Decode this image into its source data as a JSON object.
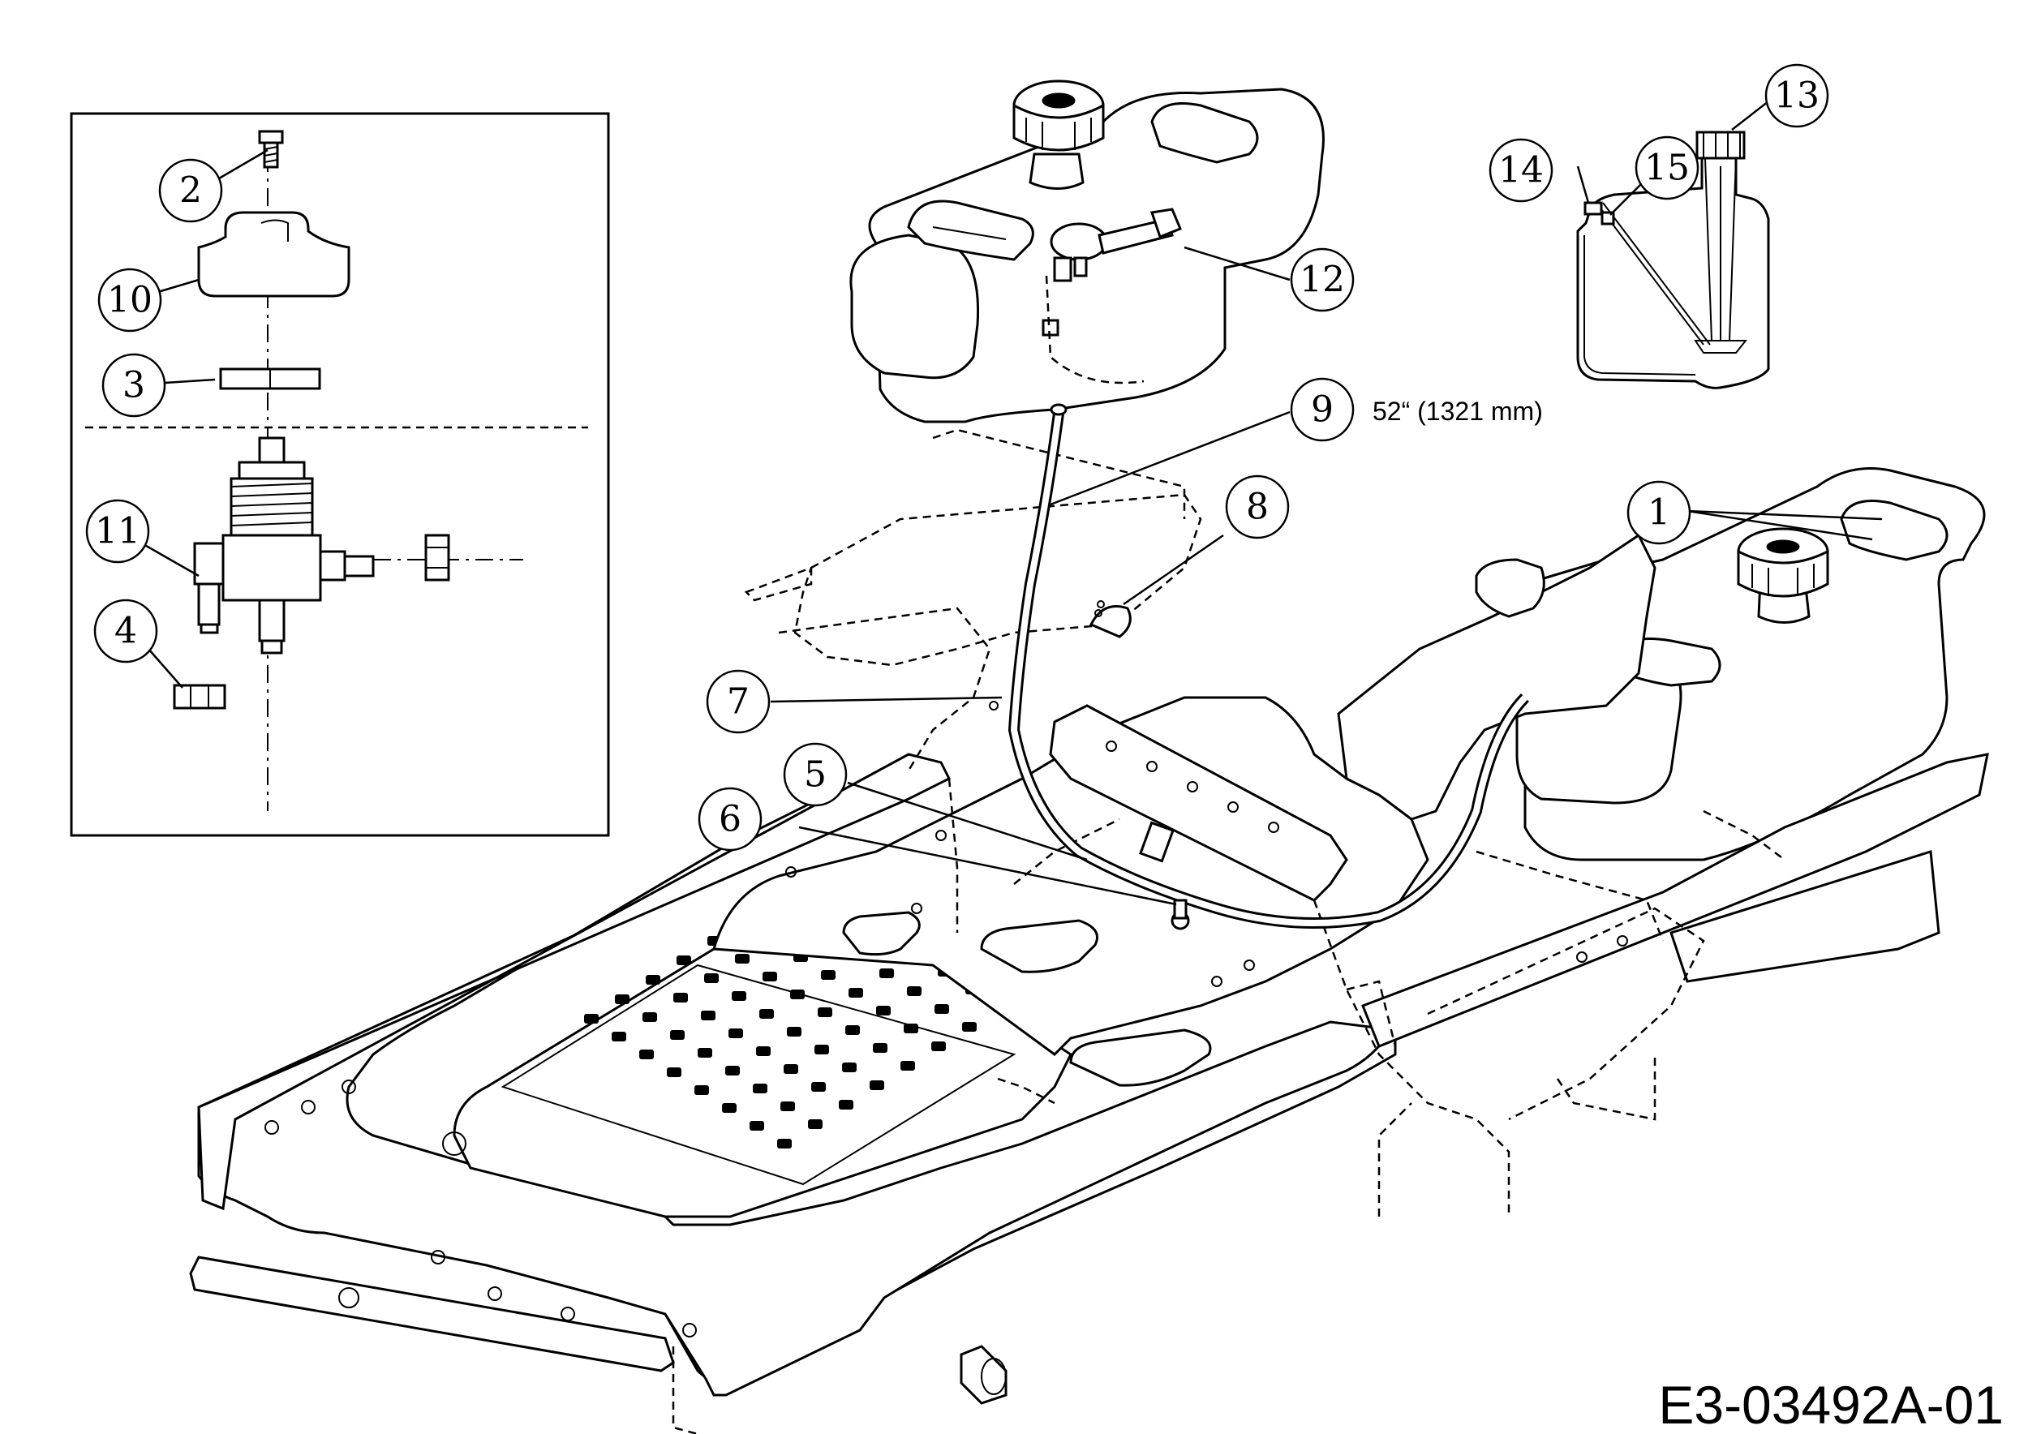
{
  "callouts": [
    {
      "num": "1"
    },
    {
      "num": "2"
    },
    {
      "num": "3"
    },
    {
      "num": "4"
    },
    {
      "num": "5"
    },
    {
      "num": "6"
    },
    {
      "num": "7"
    },
    {
      "num": "8"
    },
    {
      "num": "9"
    },
    {
      "num": "10"
    },
    {
      "num": "11"
    },
    {
      "num": "12"
    },
    {
      "num": "13"
    },
    {
      "num": "14"
    },
    {
      "num": "15"
    }
  ],
  "annotations": {
    "hose_length": "52“ (1321 mm)"
  },
  "drawing_code": "E3-03492A-01"
}
